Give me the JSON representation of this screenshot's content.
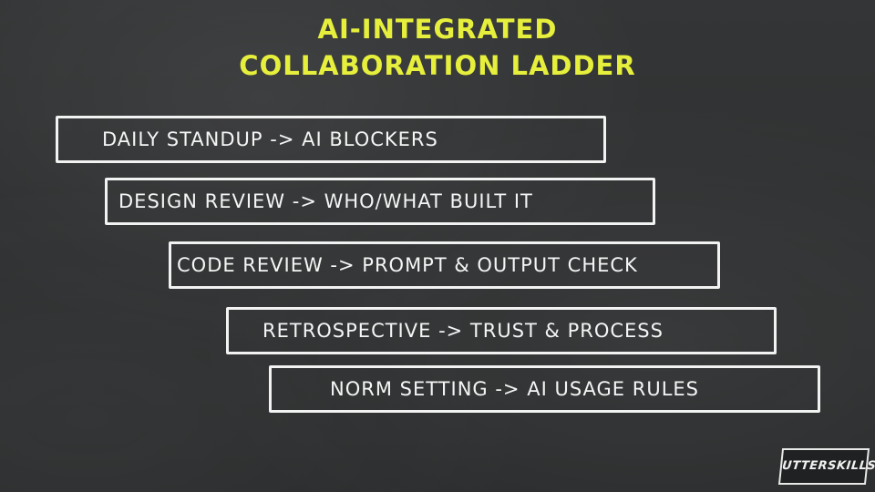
{
  "title": {
    "line1": "AI-INTEGRATED",
    "line2": "COLLABORATION LADDER"
  },
  "steps": [
    {
      "label": "DAILY STANDUP -> AI BLOCKERS"
    },
    {
      "label": "DESIGN REVIEW -> WHO/WHAT BUILT IT"
    },
    {
      "label": "CODE REVIEW -> PROMPT & OUTPUT CHECK"
    },
    {
      "label": "RETROSPECTIVE -> TRUST & PROCESS"
    },
    {
      "label": "NORM SETTING -> AI USAGE RULES"
    }
  ],
  "logo": {
    "text": "UTTERSKILLS"
  },
  "colors": {
    "title": "#e6ef3c",
    "box_border": "#f2f2f2",
    "background": "#2d2f30"
  }
}
